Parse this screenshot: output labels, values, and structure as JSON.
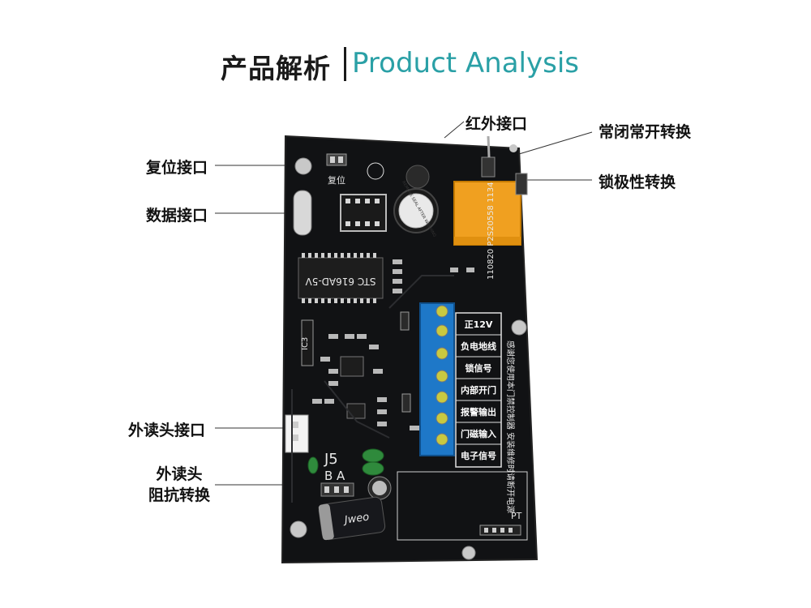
{
  "header": {
    "title_zh": "产品解析",
    "title_en": "Product Analysis"
  },
  "callouts": {
    "infrared_port": "红外接口",
    "nc_no_switch": "常闭常开转换",
    "reset_port": "复位接口",
    "lock_polarity": "锁极性转换",
    "data_port": "数据接口",
    "external_reader_port": "外读头接口",
    "external_reader_impedance_line1": "外读头",
    "external_reader_impedance_line2": "阻抗转换"
  },
  "board": {
    "silkscreen": {
      "reset": "复位",
      "chip": "STC 616AD-5V",
      "j5": "J5",
      "ba": "B A",
      "pt": "PT",
      "ic3": "IC3",
      "buzzer_text": "REMOVE SEAL AFTER WASHING",
      "capacitor_brand": "Jweo",
      "vertical_notice": "感谢您使用本门禁控制器 安装维修时请断开电源",
      "lot": "110820 P2S20558 1134"
    },
    "terminals": [
      "正12V",
      "负电地线",
      "锁信号",
      "内部开门",
      "报警输出",
      "门磁输入",
      "电子信号"
    ],
    "colors": {
      "pcb": "#111214",
      "terminal_block": "#1e78c8",
      "relay": "#f0a020",
      "accent": "#2aa0a6"
    }
  }
}
